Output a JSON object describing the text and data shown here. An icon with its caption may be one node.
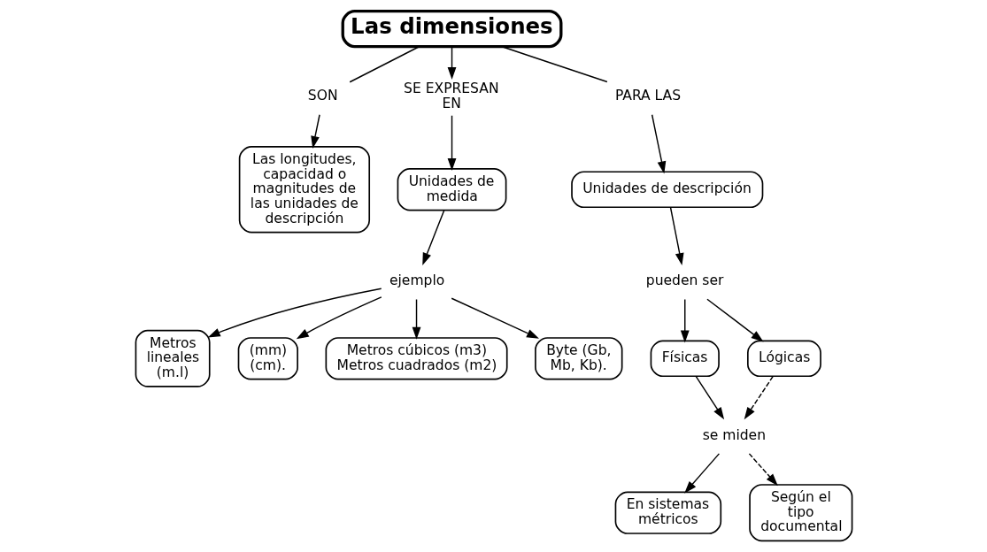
{
  "diagram": {
    "nodes": [
      {
        "text": [
          "Las dimensiones"
        ]
      },
      {
        "text": [
          "SON"
        ]
      },
      {
        "text": [
          "SE EXPRESAN EN"
        ]
      },
      {
        "text": [
          "PARA LAS"
        ]
      },
      {
        "text": [
          "Las longitudes, capacidad o magnitudes de las unidades de descripción"
        ]
      },
      {
        "text": [
          "Unidades de medida"
        ]
      },
      {
        "text": [
          "Unidades de descripción"
        ]
      },
      {
        "text": [
          "ejemplo"
        ]
      },
      {
        "text": [
          "pueden ser"
        ]
      },
      {
        "text": [
          "Metros lineales (m.l)"
        ]
      },
      {
        "text": [
          "(mm) (cm)."
        ]
      },
      {
        "text": [
          "Metros cúbicos (m3)",
          "Metros cuadrados (m2)"
        ]
      },
      {
        "text": [
          "Byte (Gb, Mb, Kb)."
        ]
      },
      {
        "text": [
          "Físicas"
        ]
      },
      {
        "text": [
          "Lógicas"
        ]
      },
      {
        "text": [
          "se miden"
        ]
      },
      {
        "text": [
          "En sistemas métricos"
        ]
      },
      {
        "text": [
          "Según el tipo documental"
        ]
      }
    ],
    "edges": [
      {
        "from": 0,
        "to": 1,
        "arrow": "none"
      },
      {
        "from": 0,
        "to": 2,
        "arrow": "to"
      },
      {
        "from": 0,
        "to": 3,
        "arrow": "none"
      },
      {
        "from": 1,
        "to": 4,
        "arrow": "to"
      },
      {
        "from": 2,
        "to": 5,
        "arrow": "to"
      },
      {
        "from": 3,
        "to": 6,
        "arrow": "to"
      },
      {
        "from": 5,
        "to": 7,
        "arrow": "to"
      },
      {
        "from": 6,
        "to": 8,
        "arrow": "to"
      },
      {
        "from": 7,
        "to": 9,
        "arrow": "to"
      },
      {
        "from": 7,
        "to": 10,
        "arrow": "to"
      },
      {
        "from": 7,
        "to": 11,
        "arrow": "to"
      },
      {
        "from": 7,
        "to": 12,
        "arrow": "to"
      },
      {
        "from": 8,
        "to": 13,
        "arrow": "to"
      },
      {
        "from": 8,
        "to": 14,
        "arrow": "to"
      },
      {
        "from": 13,
        "to": 15,
        "arrow": "to"
      },
      {
        "from": 14,
        "to": 15,
        "arrow": "to",
        "style": "dashed"
      },
      {
        "from": 15,
        "to": 16,
        "arrow": "to"
      },
      {
        "from": 15,
        "to": 17,
        "arrow": "to",
        "style": "dashed"
      }
    ]
  }
}
